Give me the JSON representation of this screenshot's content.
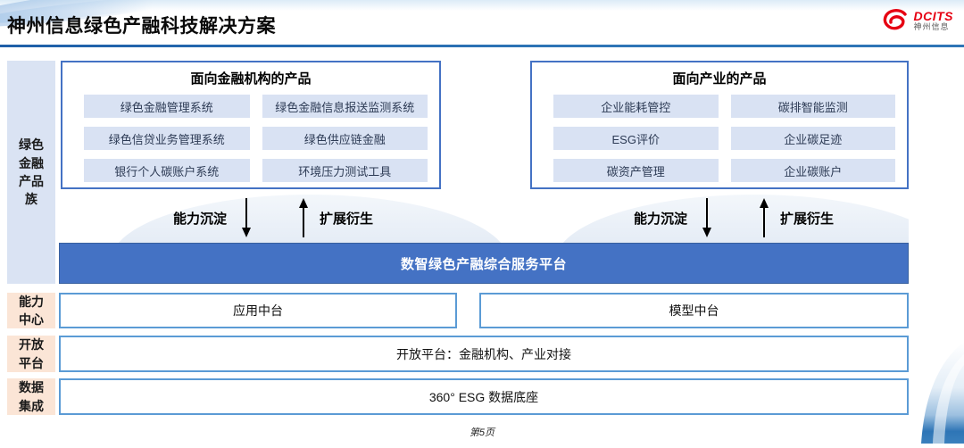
{
  "header": {
    "title": "神州信息绿色产融科技解决方案",
    "logo": {
      "brand": "DCITS",
      "subbrand": "神州信息"
    }
  },
  "sidebar": {
    "family": "绿色金融产品族",
    "capability_center": "能力中心",
    "open_platform": "开放平台",
    "data_integration": "数据集成"
  },
  "product_boxes": [
    {
      "title": "面向金融机构的产品",
      "items": [
        "绿色金融管理系统",
        "绿色金融信息报送监测系统",
        "绿色信贷业务管理系统",
        "绿色供应链金融",
        "银行个人碳账户系统",
        "环境压力测试工具"
      ]
    },
    {
      "title": "面向产业的产品",
      "items": [
        "企业能耗管控",
        "碳排智能监测",
        "ESG评价",
        "企业碳足迹",
        "碳资产管理",
        "企业碳账户"
      ]
    }
  ],
  "arrows": {
    "down": "能力沉淀",
    "up": "扩展衍生"
  },
  "platform": {
    "label": "数智绿色产融综合服务平台"
  },
  "middle_platforms": [
    "应用中台",
    "模型中台"
  ],
  "open_platform_row": "开放平台：金融机构、产业对接",
  "data_base_row": "360° ESG 数据底座",
  "footer": {
    "page": "第5页"
  },
  "colors": {
    "platform_blue": "#4472c4",
    "box_border_blue": "#4472c4",
    "row_border_blue": "#5b9bd5",
    "chip_bg": "#d9e2f3",
    "sidebar_blue": "#dae3f3",
    "sidebar_peach": "#fbe5d6",
    "divider_blue": "#2e75b6",
    "logo_red": "#e60012"
  }
}
